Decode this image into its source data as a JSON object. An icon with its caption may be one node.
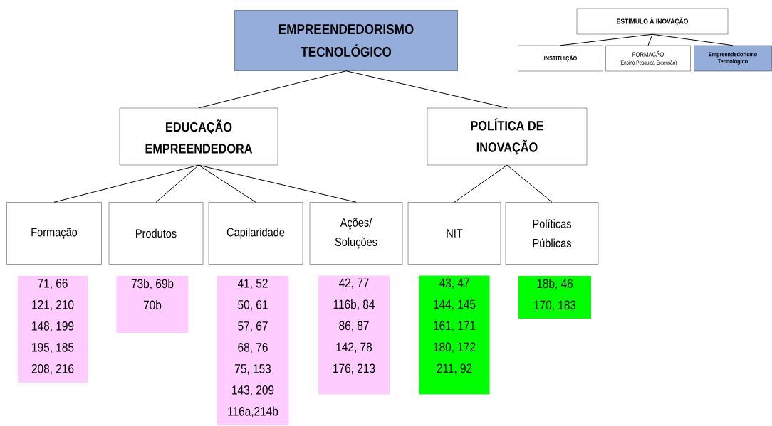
{
  "diagram": {
    "nodes": [
      {
        "text": [
          "EMPREENDEDORISMO TECNOLÓGICO"
        ]
      },
      {
        "text": [
          "EDUCAÇÃO EMPREENDEDORA"
        ]
      },
      {
        "text": [
          "POLÍTICA DE INOVAÇÃO"
        ]
      },
      {
        "text": [
          "Formação"
        ]
      },
      {
        "text": [
          "Produtos"
        ]
      },
      {
        "text": [
          "Capilaridade"
        ]
      },
      {
        "text": [
          "Ações/ Soluções"
        ]
      },
      {
        "text": [
          "NIT"
        ]
      },
      {
        "text": [
          "Políticas Públicas"
        ]
      },
      {
        "text": [
          "71, 66",
          "121, 210",
          "148, 199",
          "195, 185",
          "208, 216"
        ]
      },
      {
        "text": [
          "73b, 69b",
          "70b"
        ]
      },
      {
        "text": [
          "41, 52",
          "50, 61",
          "57, 67",
          "68, 76",
          "75, 153",
          "143, 209",
          "116a,214b"
        ]
      },
      {
        "text": [
          "42, 77",
          "116b, 84",
          "86, 87",
          "142, 78",
          "176, 213"
        ]
      },
      {
        "text": [
          "43, 47",
          "144, 145",
          "161, 171",
          "180, 172",
          "211, 92"
        ]
      },
      {
        "text": [
          "18b, 46",
          "170, 183"
        ]
      },
      {
        "text": [
          "ESTÍMULO À INOVAÇÃO"
        ]
      },
      {
        "text": [
          "INSTITUIÇÃO"
        ]
      },
      {
        "text": [
          "FORMAÇÃO",
          "(Ensino Pesquisa Extensão)"
        ]
      },
      {
        "text": [
          "Empreendedorismo Tecnológico"
        ]
      }
    ],
    "edges": [
      {
        "from": 0,
        "to": 1,
        "arrow": "none"
      },
      {
        "from": 0,
        "to": 2,
        "arrow": "none"
      },
      {
        "from": 1,
        "to": 3,
        "arrow": "none"
      },
      {
        "from": 1,
        "to": 4,
        "arrow": "none"
      },
      {
        "from": 1,
        "to": 5,
        "arrow": "none"
      },
      {
        "from": 1,
        "to": 6,
        "arrow": "none"
      },
      {
        "from": 2,
        "to": 7,
        "arrow": "none"
      },
      {
        "from": 2,
        "to": 8,
        "arrow": "none"
      },
      {
        "from": 15,
        "to": 16,
        "arrow": "none"
      },
      {
        "from": 15,
        "to": 17,
        "arrow": "none"
      },
      {
        "from": 15,
        "to": 18,
        "arrow": "none"
      }
    ]
  }
}
